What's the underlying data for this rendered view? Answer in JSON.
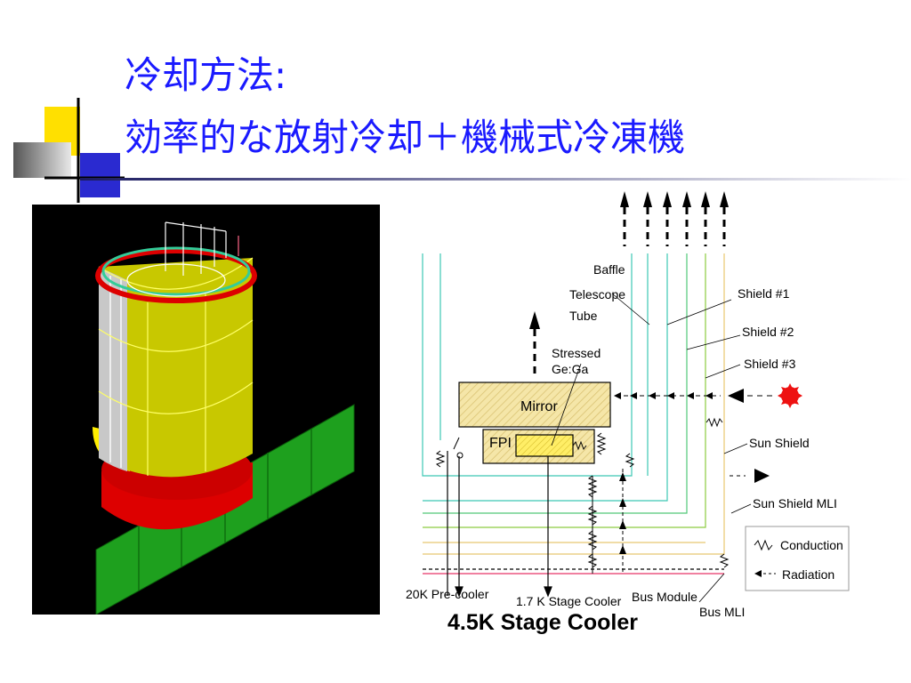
{
  "slide": {
    "title_line1": "冷却方法:",
    "title_line2": "効率的な放射冷却＋機械式冷凍機"
  },
  "colors": {
    "title": "#1a1aff",
    "accent_yellow": "#ffe000",
    "accent_blue": "#2a2ad0",
    "shield_teal": "#3cc8b4",
    "shield_green": "#50c878",
    "mli_tan": "#e8c870",
    "bus_pink": "#f080a0",
    "mirror_fill": "#f5e6a8",
    "fpi_fill": "#ffee66",
    "solar_panel": "#1ea01e",
    "cylinder_yellow": "#c8c800",
    "cylinder_red": "#dd0000",
    "sun_red": "#ee1111"
  },
  "icons": [
    "up-arrow-icon",
    "sun-icon",
    "resistor-icon",
    "switch-icon",
    "arrowhead-icon"
  ],
  "diagram": {
    "labels": {
      "baffle": "Baffle",
      "telescope": "Telescope",
      "tube": "Tube",
      "shield1": "Shield #1",
      "shield2": "Shield #2",
      "shield3": "Shield #3",
      "stressed": "Stressed",
      "gega": "Ge:Ga",
      "mirror": "Mirror",
      "fpi": "FPI",
      "sun_shield": "Sun Shield",
      "sun_shield_mli": "Sun Shield MLI",
      "conduction": "Conduction",
      "radiation": "Radiation",
      "pre_cooler": "20K Pre-cooler",
      "stage17": "1.7 K Stage Cooler",
      "bus_module": "Bus Module",
      "bus_mli": "Bus MLI",
      "stage45": "4.5K Stage Cooler"
    }
  }
}
